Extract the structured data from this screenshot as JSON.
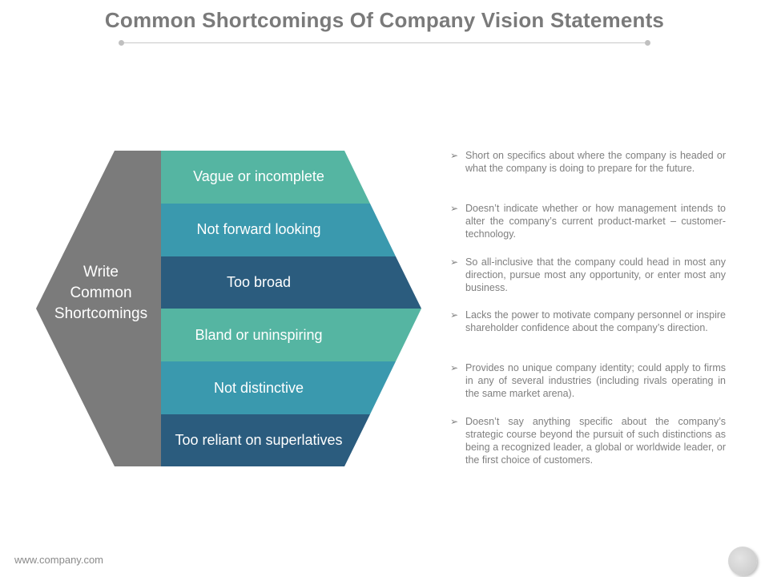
{
  "slide": {
    "title": "Common Shortcomings Of Company Vision Statements",
    "footer_url": "www.company.com"
  },
  "diagram": {
    "center_label_lines": [
      "Write",
      "Common",
      "Shortcomings"
    ],
    "bands": [
      {
        "label": "Vague or incomplete",
        "color": "#55b5a2"
      },
      {
        "label": "Not forward looking",
        "color": "#3a99ae"
      },
      {
        "label": "Too broad",
        "color": "#2b5c7e"
      },
      {
        "label": "Bland or uninspiring",
        "color": "#55b5a2"
      },
      {
        "label": "Not distinctive",
        "color": "#3a99ae"
      },
      {
        "label": "Too reliant on superlatives",
        "color": "#2b5c7e"
      }
    ],
    "hex_color": "#7b7b7b"
  },
  "bullets": [
    "Short on specifics about where the company is headed or what the company is doing to prepare for the future.",
    "Doesn’t indicate whether or how management intends to alter the company’s current product-market – customer-technology.",
    "So all-inclusive that the company could head in most any direction, pursue most any opportunity, or enter most any business.",
    "Lacks the power to motivate company personnel or inspire shareholder confidence about the company’s direction.",
    "Provides no unique company identity; could apply to firms in any of several industries (including rivals operating in the same market arena).",
    "Doesn’t say anything specific about the company’s strategic course beyond the pursuit of such distinctions as being a recognized leader, a global or worldwide leader, or the first choice of customers."
  ],
  "icons": {
    "bullet_marker": "arrow-bullet-icon",
    "bullet_glyph": "➢"
  }
}
